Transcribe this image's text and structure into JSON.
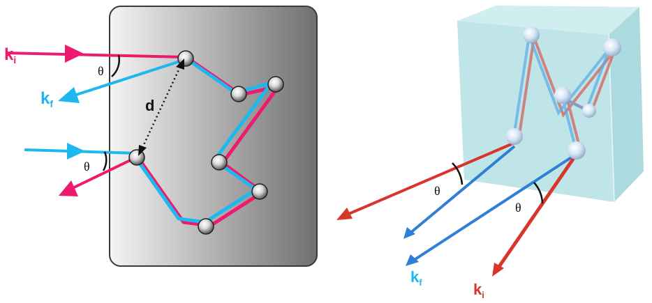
{
  "labels": {
    "k_i_main": "k",
    "k_i_sub": "i",
    "k_f_main": "k",
    "k_f_sub": "f",
    "d": "d",
    "theta": "θ"
  },
  "colors": {
    "incident_2d": "#ee1a6e",
    "scattered_2d": "#1cb8ee",
    "incident_3d": "#d8352b",
    "scattered_3d": "#2f7fd6",
    "cube": "#a9dce0",
    "slab_dark": "#7a7a7a",
    "slab_light": "#f2f2f2"
  },
  "icons": [
    "scatterer-sphere-icon",
    "arrow-head-icon"
  ]
}
